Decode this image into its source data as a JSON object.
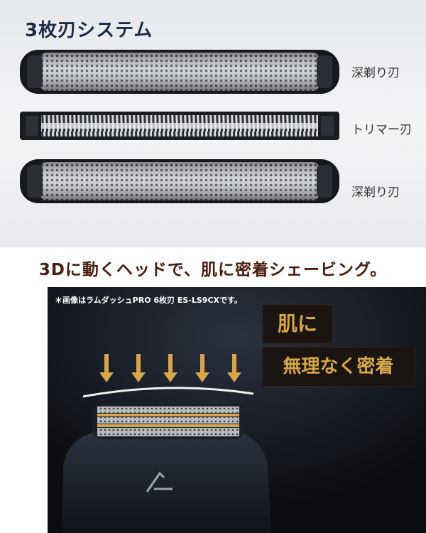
{
  "top_panel": {
    "title": "3枚刃システム",
    "blades": [
      {
        "label": "深剃り刃",
        "type": "foil"
      },
      {
        "label": "トリマー刃",
        "type": "trimmer"
      },
      {
        "label": "深剃り刃",
        "type": "foil"
      }
    ]
  },
  "caption": "3Dに動くヘッドで、肌に密着シェービング。",
  "bottom_panel": {
    "note": "＊画像はラムダッシュPRO 6枚刃 ES-LS9CXです。",
    "badge_1": "肌に",
    "badge_2": "無理なく密着",
    "accent_color": "#d7a64a",
    "arrow_count": 5
  }
}
